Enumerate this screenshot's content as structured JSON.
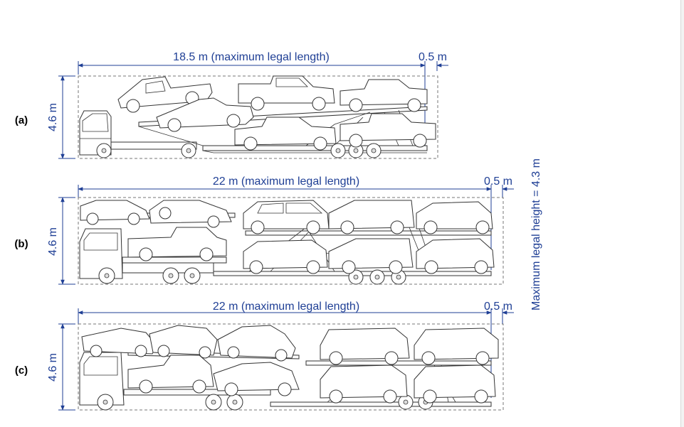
{
  "panels": [
    {
      "label": "(a)",
      "height_label": "4.6 m",
      "length_label": "18.5 m (maximum legal length)",
      "overhang_label": "0.5 m"
    },
    {
      "label": "(b)",
      "height_label": "4.6 m",
      "length_label": "22 m  (maximum legal length)",
      "overhang_label": "0.5 m"
    },
    {
      "label": "(c)",
      "height_label": "4.6 m",
      "length_label": "22 m  (maximum legal length)",
      "overhang_label": "0.5 m"
    }
  ],
  "max_height_label": "Maximum legal height = 4.3 m",
  "colors": {
    "dimension": "#1f3f95",
    "outline": "#333333",
    "dashed_box": "#777777"
  }
}
